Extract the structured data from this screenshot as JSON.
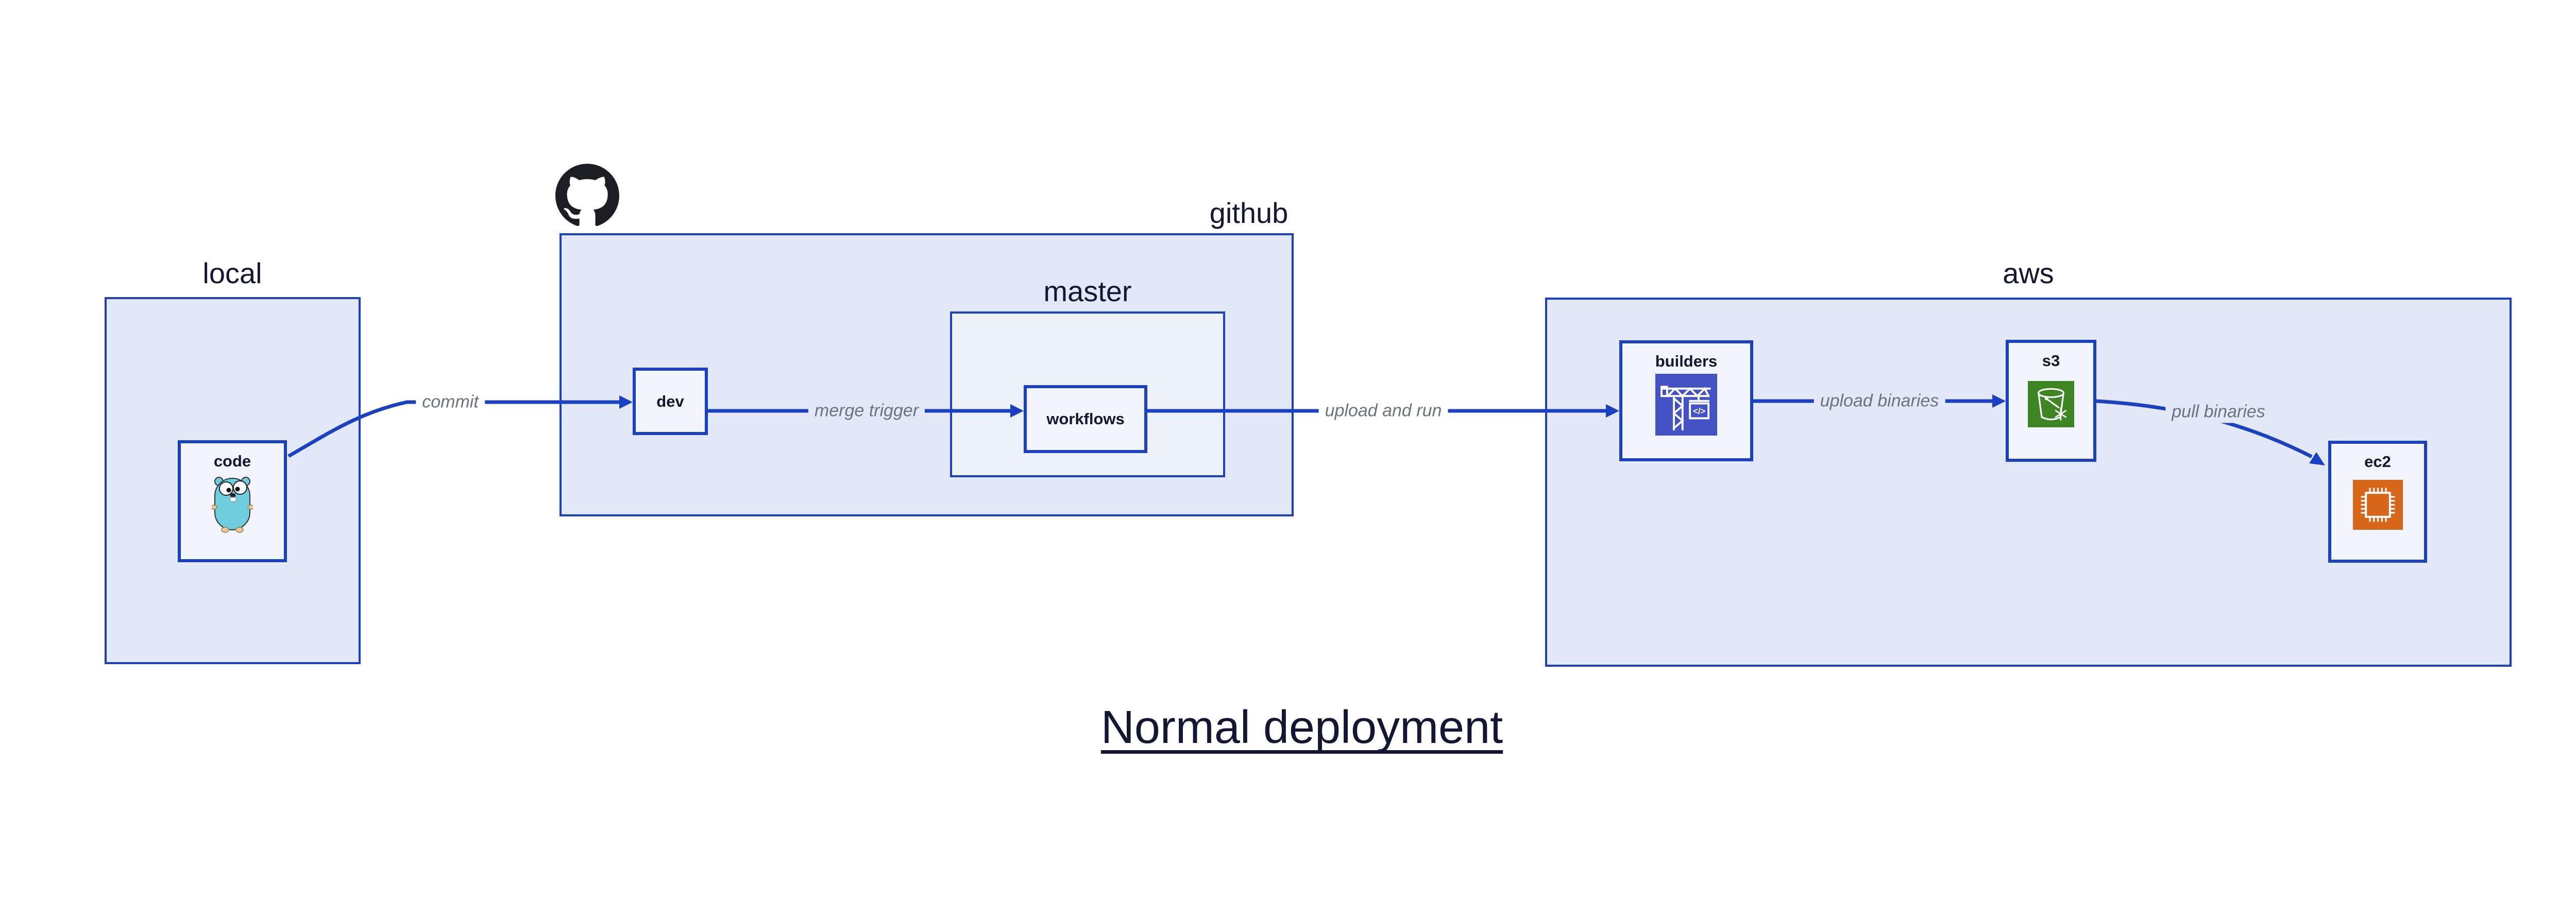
{
  "diagram": {
    "title": "Normal deployment",
    "containers": {
      "local": {
        "label": "local"
      },
      "github": {
        "label": "github"
      },
      "master": {
        "label": "master"
      },
      "aws": {
        "label": "aws"
      }
    },
    "nodes": {
      "code": {
        "label": "code",
        "icon": "go-gopher-icon"
      },
      "dev": {
        "label": "dev"
      },
      "workflows": {
        "label": "workflows"
      },
      "builders": {
        "label": "builders",
        "icon": "crane-codebuild-icon",
        "icon_glyph": "</>"
      },
      "s3": {
        "label": "s3",
        "icon": "bucket-s3-icon"
      },
      "ec2": {
        "label": "ec2",
        "icon": "chip-ec2-icon"
      }
    },
    "edges": [
      {
        "from": "code",
        "to": "dev",
        "label": "commit"
      },
      {
        "from": "dev",
        "to": "workflows",
        "label": "merge trigger"
      },
      {
        "from": "workflows",
        "to": "builders",
        "label": "upload and run"
      },
      {
        "from": "builders",
        "to": "s3",
        "label": "upload binaries"
      },
      {
        "from": "s3",
        "to": "ec2",
        "label": "pull binaries"
      }
    ],
    "logos": {
      "github": "github-octocat-icon"
    },
    "colors": {
      "accent_blue": "#1a40c4",
      "container_fill": "#e3e8f8",
      "inner_container_fill": "#edf1fa",
      "node_fill": "#f2f5fc",
      "text_navy": "#131733",
      "edge_label_gray": "#6b7380",
      "codebuild_indigo": "#4452c6",
      "s3_green": "#3e8624",
      "ec2_orange": "#d8661a",
      "gopher_teal": "#6fcede",
      "octocat_black": "#1b1f23"
    }
  }
}
